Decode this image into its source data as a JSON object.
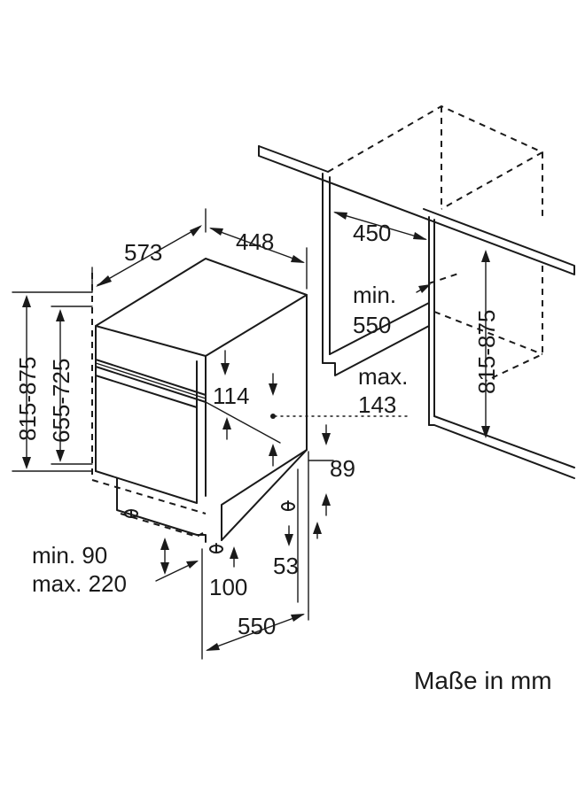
{
  "diagram": {
    "dimensions": {
      "width_depth": "573",
      "width_top": "448",
      "niche_width": "450",
      "niche_depth_min": "min.",
      "niche_depth_val": "550",
      "niche_height_range": "815-875",
      "height_range_outer": "815-875",
      "height_range_inner": "655-725",
      "panel_height": "114",
      "toe_max": "max.",
      "toe_max_val": "143",
      "plinth_height": "89",
      "plinth_depth": "53",
      "foot_offset": "100",
      "depth_total": "550",
      "foot_min": "min. 90",
      "foot_max": "max. 220"
    },
    "caption": "Maße in mm"
  }
}
